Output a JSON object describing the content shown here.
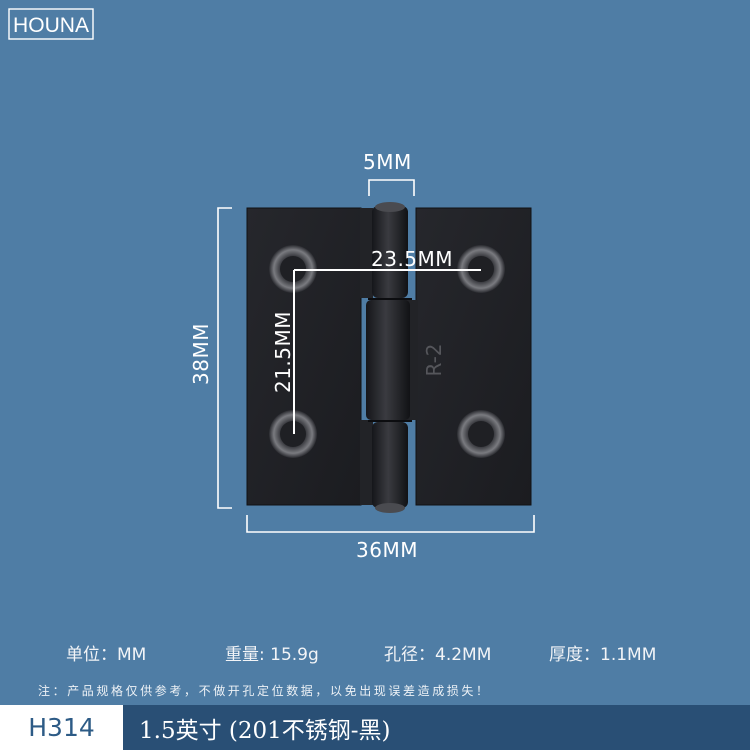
{
  "logo": {
    "text": "HOUNA"
  },
  "dimensions": {
    "hinge_knuckle_width": "5MM",
    "hole_spacing_horizontal": "23.5MM",
    "hole_spacing_vertical": "21.5MM",
    "height": "38MM",
    "width": "36MM"
  },
  "hinge_mark": "R-2",
  "specs": {
    "unit": "单位：MM",
    "weight": "重量: 15.9g",
    "hole_diameter": "孔径：4.2MM",
    "thickness": "厚度：1.1MM"
  },
  "note": "注：产品规格仅供参考，不做开孔定位数据，以免出现误差造成损失！",
  "footer": {
    "model": "H314",
    "description": "1.5英寸 (201不锈钢-黑)"
  },
  "colors": {
    "background": "#4f7da5",
    "footer_dark": "#294f75",
    "footer_light": "#ffffff",
    "hinge": "#1e1f24"
  }
}
